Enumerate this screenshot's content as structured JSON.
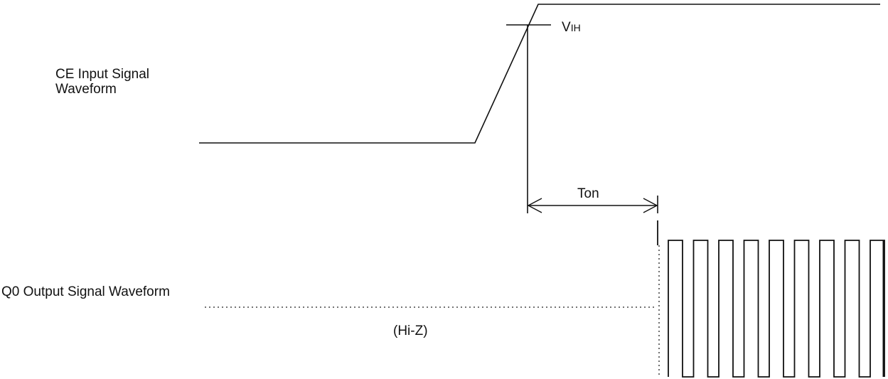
{
  "labels": {
    "ce_line1": "CE Input Signal",
    "ce_line2": "Waveform",
    "q0": "Q0 Output Signal Waveform",
    "hi_z": "(Hi-Z)",
    "ton_main": "T",
    "ton_sub": "on",
    "vih_main": "V",
    "vih_sub": "IH"
  },
  "colors": {
    "stroke": "#111111",
    "background": "#ffffff"
  }
}
